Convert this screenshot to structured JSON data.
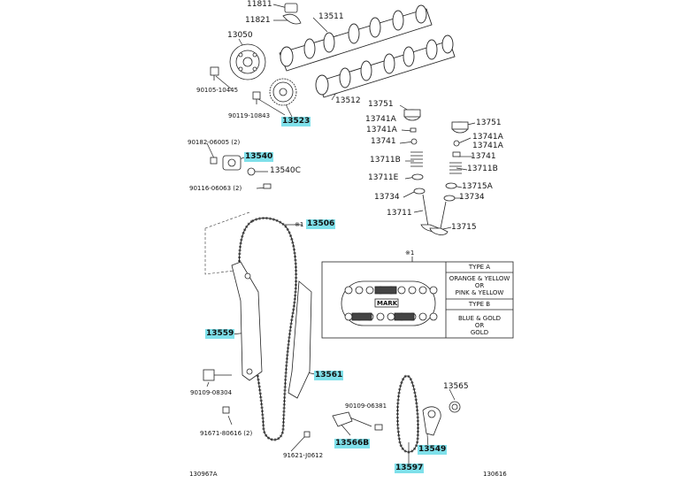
{
  "colors": {
    "highlight": "#7fe0ea",
    "line": "#222222",
    "fill": "#ffffff"
  },
  "labels": {
    "p11811": "11811",
    "p11821": "11821",
    "p13511": "13511",
    "p13050": "13050",
    "p90105": "90105-10445",
    "p90119": "90119-10843",
    "p13523": "13523",
    "p13512": "13512",
    "p90182": "90182-06005 (2)",
    "p13540": "13540",
    "p13540C": "13540C",
    "p90116": "90116-06063 (2)",
    "p13506": "13506",
    "p13506_mark": "※1",
    "p13559": "13559",
    "p13561": "13561",
    "p90109a": "90109-08304",
    "p91671": "91671-80616 (2)",
    "p91621": "91621-J0612",
    "p90109b": "90109-06381",
    "p13566B": "13566B",
    "p13597": "13597",
    "p13565": "13565",
    "p13549": "13549",
    "p13751L": "13751",
    "p13741AL1": "13741A",
    "p13741AL2": "13741A",
    "p13741L": "13741",
    "p13711BL": "13711B",
    "p13711EL": "13711E",
    "p13734L": "13734",
    "p13711L": "13711",
    "p13751R": "13751",
    "p13741AR1": "13741A",
    "p13741AR2": "13741A",
    "p13741R": "13741",
    "p13711BR": "13711B",
    "p13715AR": "13715A",
    "p13734R": "13734",
    "p13715R": "13715",
    "code_left": "130967A",
    "code_right": "130616"
  },
  "inset": {
    "mark": "※1",
    "mark_label": "MARK",
    "type_a": "TYPE A",
    "type_a_desc": [
      "ORANGE & YELLOW",
      "OR",
      "PINK & YELLOW"
    ],
    "type_b": "TYPE B",
    "type_b_desc": [
      "BLUE & GOLD",
      "OR",
      "GOLD"
    ]
  }
}
